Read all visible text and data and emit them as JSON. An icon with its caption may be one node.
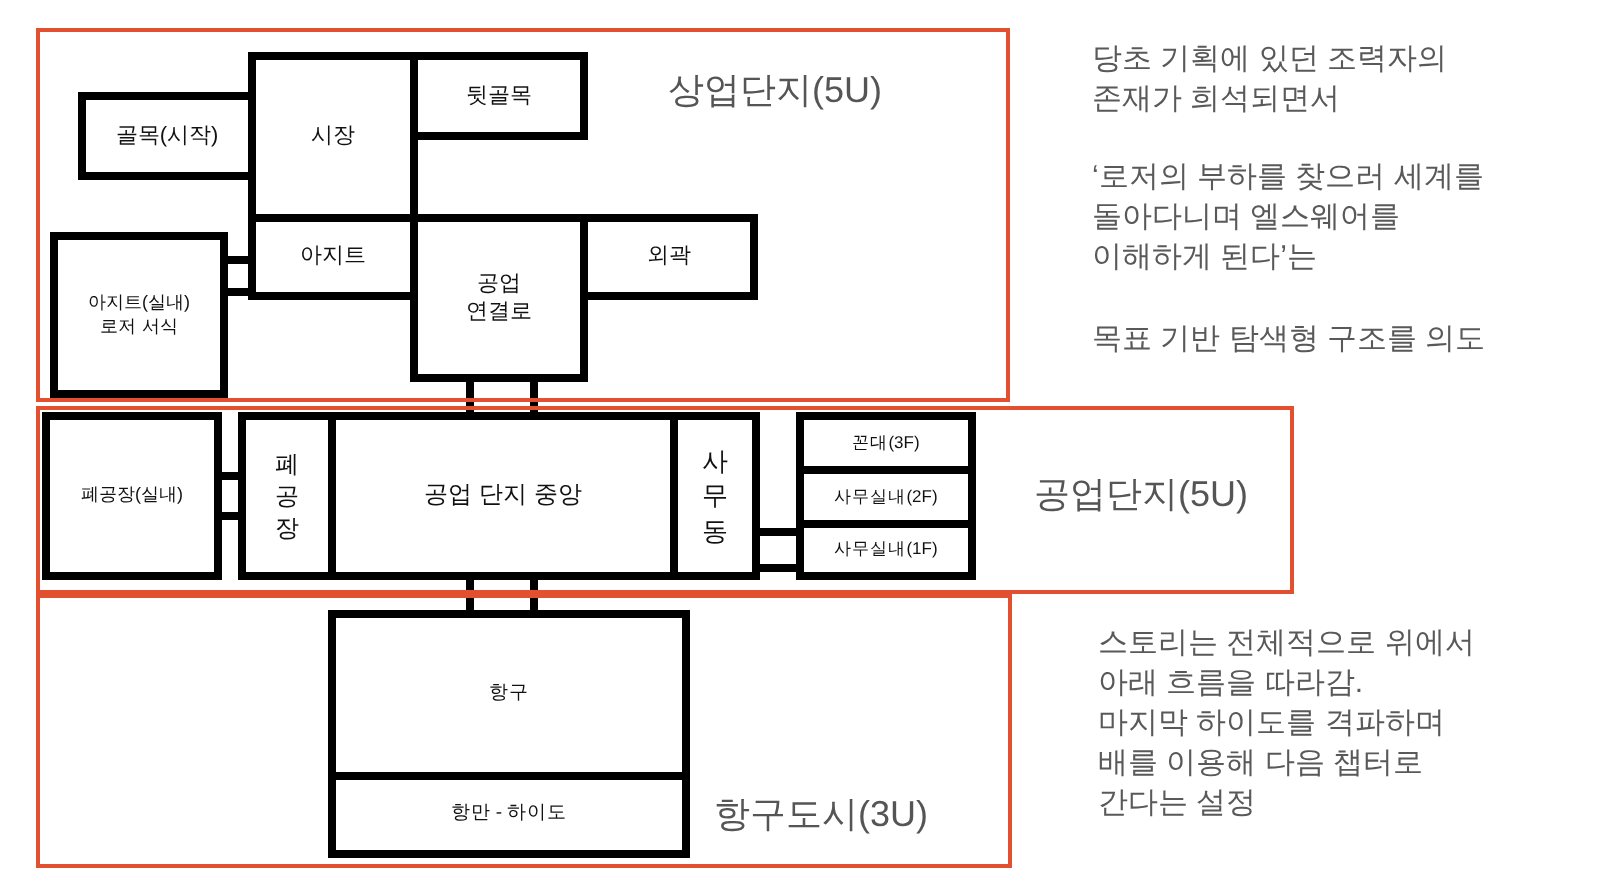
{
  "diagram": {
    "nodes": [
      {
        "text": [
          "상업단지(5U)"
        ]
      },
      {
        "text": [
          "골목(시작)"
        ],
        "in": 0
      },
      {
        "text": [
          "시장"
        ],
        "in": 0
      },
      {
        "text": [
          "뒷골목"
        ],
        "in": 0
      },
      {
        "text": [
          "아지트(실내) 로저 서식"
        ],
        "in": 0
      },
      {
        "text": [
          "아지트"
        ],
        "in": 0
      },
      {
        "text": [
          "공업 연결로"
        ],
        "in": 0
      },
      {
        "text": [
          "외곽"
        ],
        "in": 0
      },
      {
        "text": [
          "공업단지(5U)"
        ]
      },
      {
        "text": [
          "폐공장(실내)"
        ],
        "in": 8
      },
      {
        "text": [
          "폐공장"
        ],
        "in": 8
      },
      {
        "text": [
          "공업 단지 중앙"
        ],
        "in": 8
      },
      {
        "text": [
          "사무동"
        ],
        "in": 8
      },
      {
        "text": [
          "꼰대(3F)"
        ],
        "in": 8
      },
      {
        "text": [
          "사무실내(2F)"
        ],
        "in": 8
      },
      {
        "text": [
          "사무실내(1F)"
        ],
        "in": 8
      },
      {
        "text": [
          "항구도시(3U)"
        ]
      },
      {
        "text": [
          "항구"
        ],
        "in": 16
      },
      {
        "text": [
          "항만 - 하이도"
        ],
        "in": 16
      }
    ],
    "edges": [
      {
        "from": 4,
        "to": 5,
        "arrow": "none"
      },
      {
        "from": 6,
        "to": 11,
        "arrow": "none"
      },
      {
        "from": 9,
        "to": 10,
        "arrow": "none"
      },
      {
        "from": 12,
        "to": 15,
        "arrow": "none"
      },
      {
        "from": 11,
        "to": 17,
        "arrow": "none"
      }
    ],
    "labels": [
      "당초 기획에 있던 조력자의 존재가 희석되면서",
      "‘로저의 부하를 찾으러 세계를 돌아다니며 엘스웨어를 이해하게 된다’는",
      "목표 기반 탐색형 구조를 의도",
      "스토리는 전체적으로 위에서 아래 흐름을 따라감.",
      "마지막 하이도를 격파하며 배를 이용해 다음 챕터로 간다는 설정"
    ]
  }
}
